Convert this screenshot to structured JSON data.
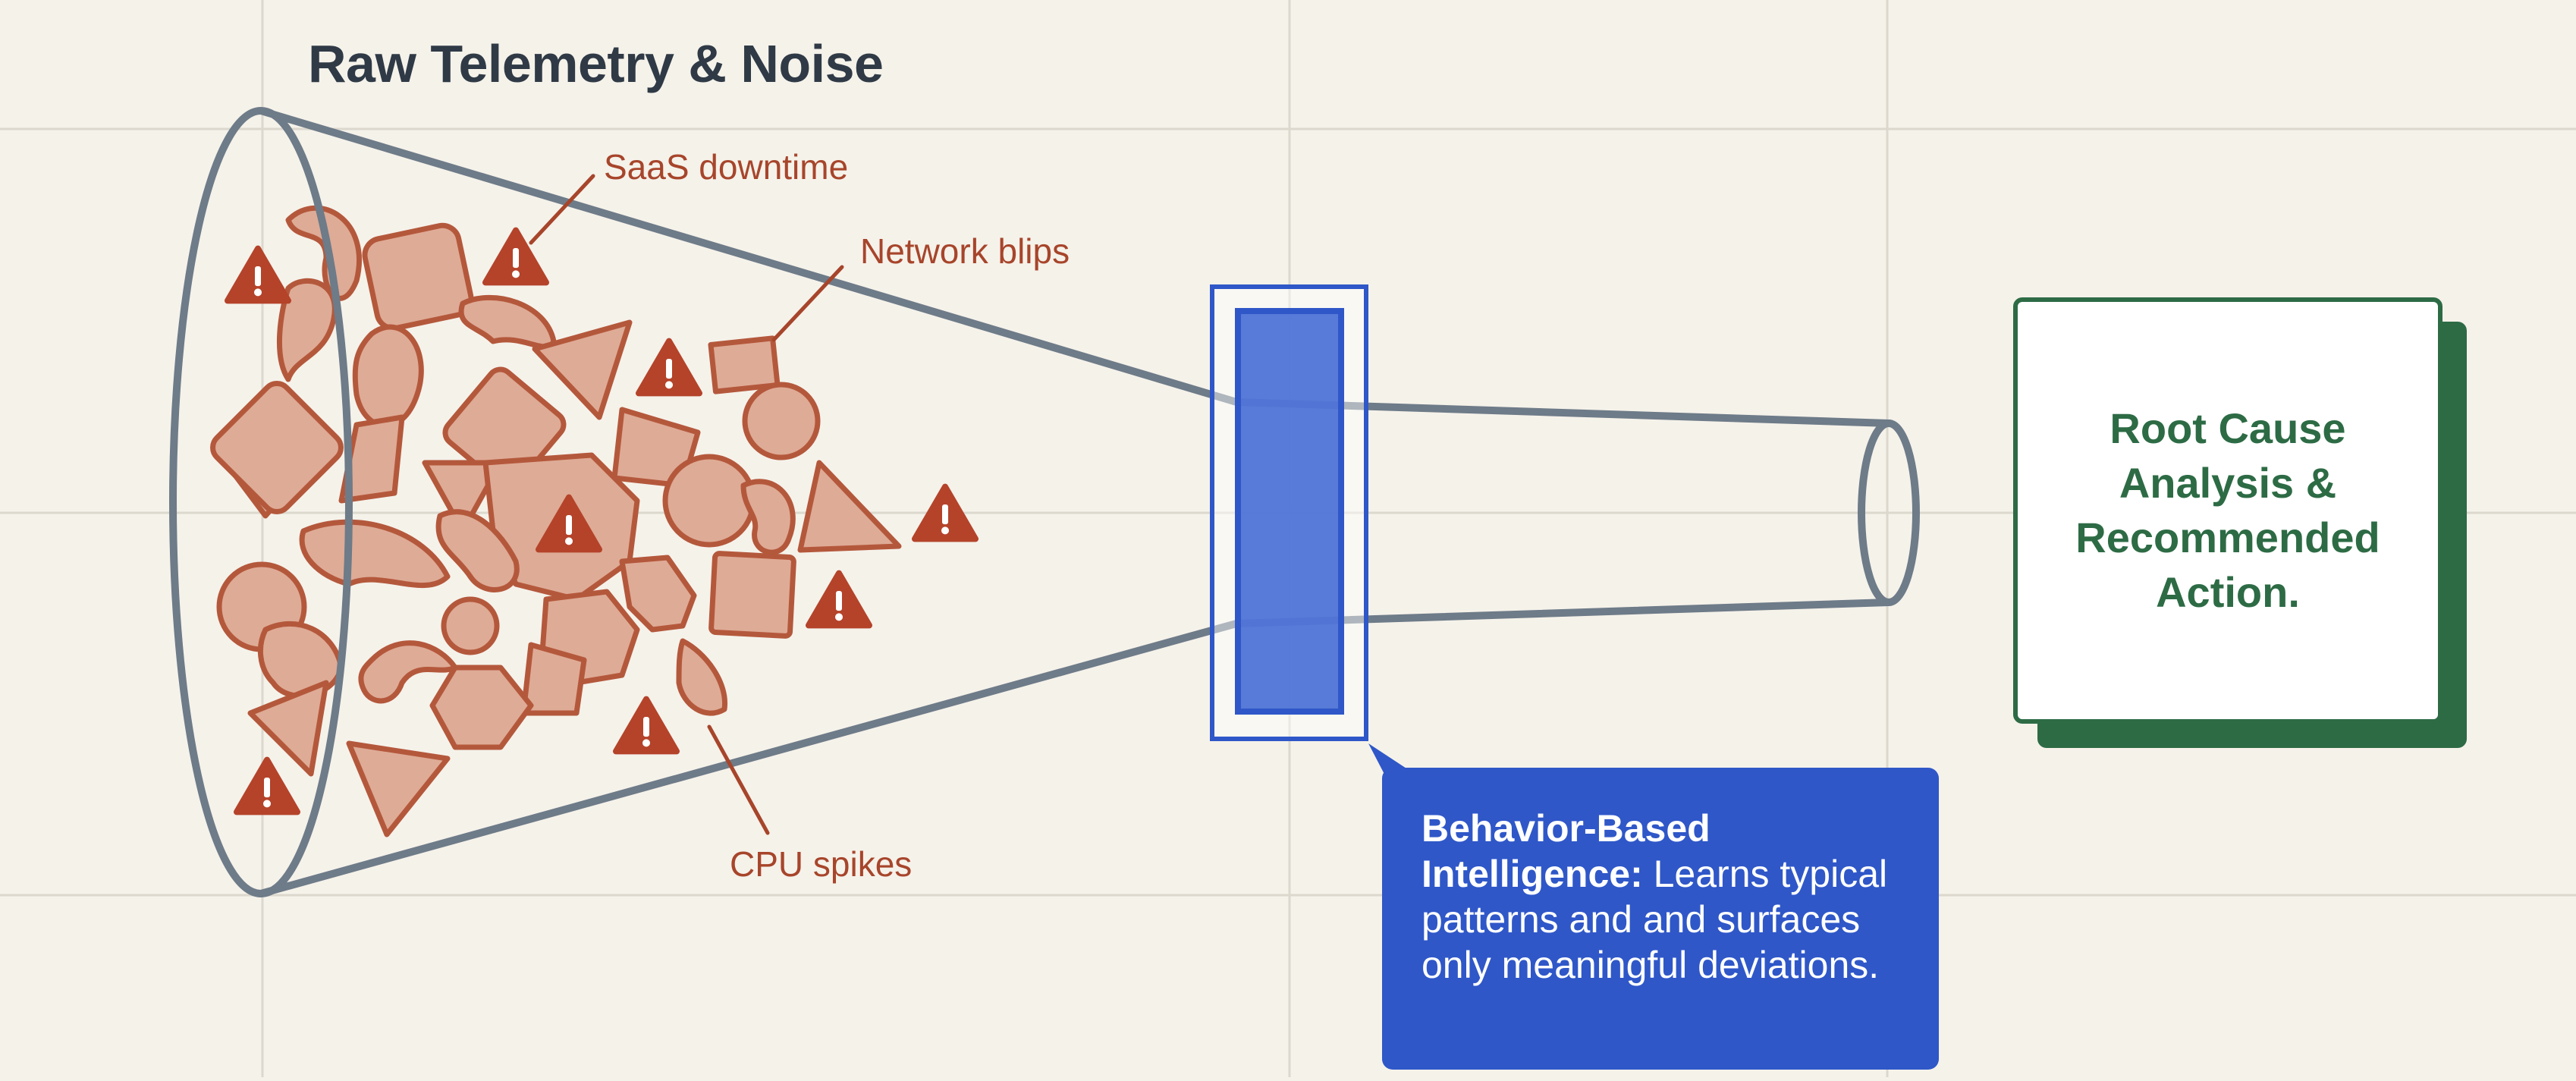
{
  "diagram": {
    "title": "Raw Telemetry & Noise",
    "labels": {
      "saas": "SaaS downtime",
      "network": "Network blips",
      "cpu": "CPU spikes"
    },
    "callout": {
      "heading": "Behavior-Based Intelligence:",
      "body": " Learns typical patterns and and surfaces only meaningful deviations."
    },
    "result": "Root Cause Analysis & Recommended Action."
  },
  "colors": {
    "background": "#f5f2ea",
    "grid": "#dcd8ce",
    "funnel": "#6e7b88",
    "noise_fill": "#deab96",
    "noise_stroke": "#b4583c",
    "warning": "#b4432a",
    "filter_blue": "#2f57c8",
    "result_green": "#2d6b45"
  }
}
